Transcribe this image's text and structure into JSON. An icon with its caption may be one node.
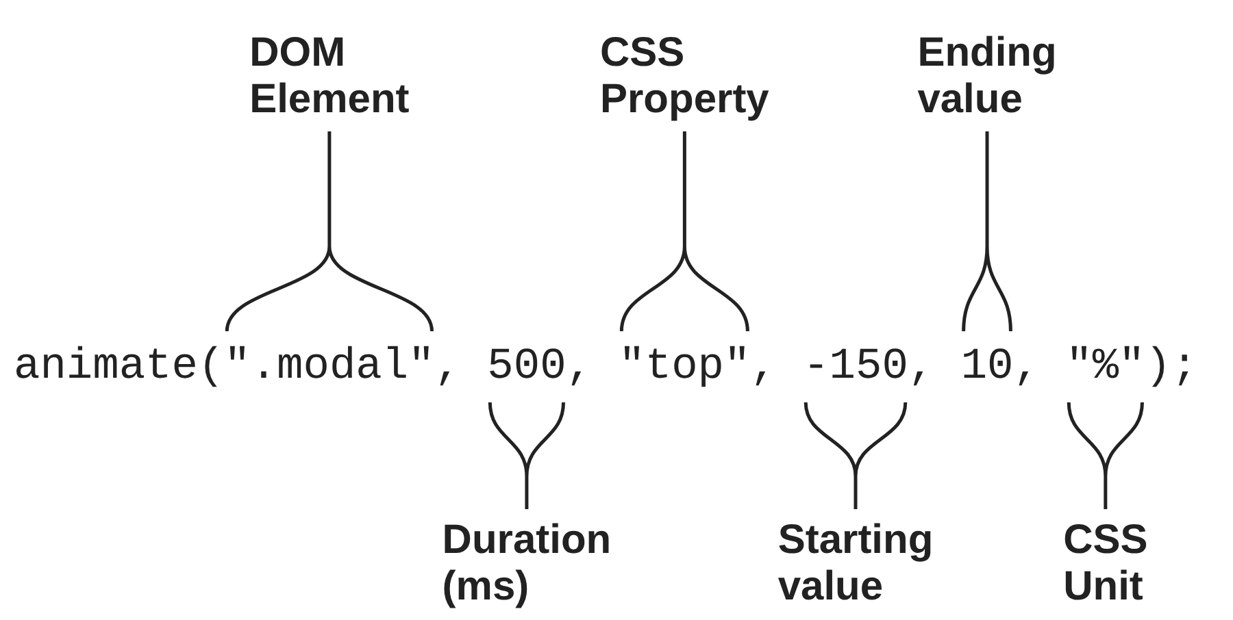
{
  "diagram": {
    "labels": [
      "DOM Element",
      "CSS Property",
      "Ending value",
      "animate(\".modal\", 500, \"top\", -150, 10, \"%\");",
      "Duration (ms)",
      "Starting value",
      "CSS Unit"
    ]
  }
}
